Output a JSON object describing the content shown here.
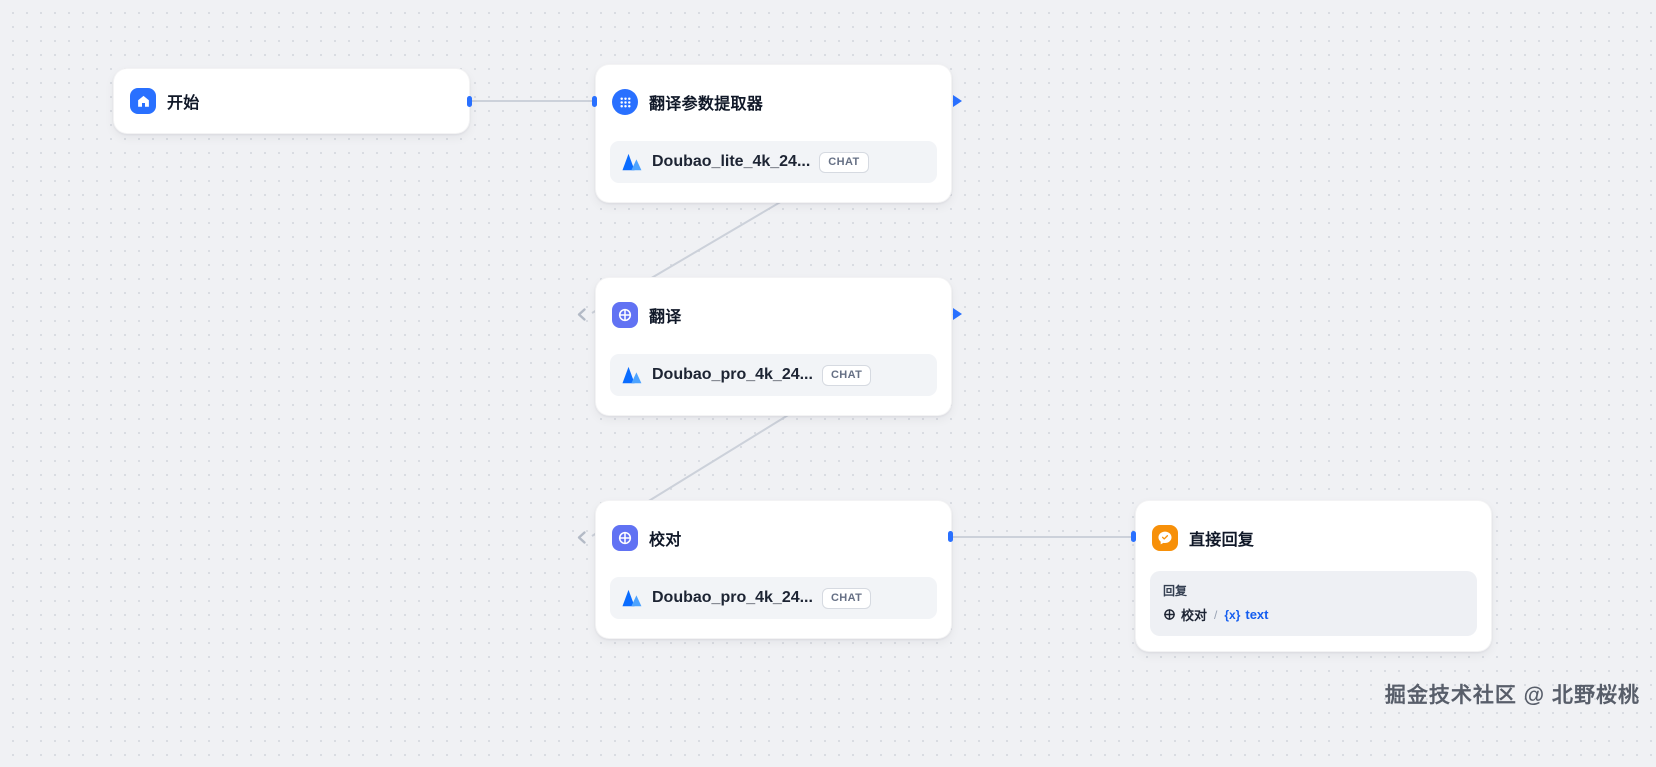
{
  "canvas": {
    "background": "#f0f1f4",
    "dot_color": "#d9dce2",
    "edge_color": "#ccd1da"
  },
  "colors": {
    "accent_blue": "#2970ff",
    "llm_indigo": "#6172f3",
    "answer_orange": "#f79009",
    "variable_blue": "#155eef"
  },
  "nodes": {
    "start": {
      "title": "开始",
      "icon": "home-icon"
    },
    "extractor": {
      "title": "翻译参数提取器",
      "icon": "parameter-extractor-icon",
      "model": {
        "name": "Doubao_lite_4k_24...",
        "provider": "doubao-logo",
        "badge": "CHAT"
      }
    },
    "translate": {
      "title": "翻译",
      "icon": "llm-icon",
      "model": {
        "name": "Doubao_pro_4k_24...",
        "provider": "doubao-logo",
        "badge": "CHAT"
      }
    },
    "proofread": {
      "title": "校对",
      "icon": "llm-icon",
      "model": {
        "name": "Doubao_pro_4k_24...",
        "provider": "doubao-logo",
        "badge": "CHAT"
      }
    },
    "answer": {
      "title": "直接回复",
      "icon": "reply-icon",
      "output_label": "回复",
      "variable": {
        "source_node": "校对",
        "separator": "/",
        "var_icon": "{x}",
        "var_name": "text"
      }
    }
  },
  "edges": [
    {
      "from": "start",
      "to": "extractor"
    },
    {
      "from": "extractor",
      "to": "translate"
    },
    {
      "from": "translate",
      "to": "proofread"
    },
    {
      "from": "proofread",
      "to": "answer"
    }
  ],
  "watermark": "掘金技术社区 @ 北野桜桃"
}
